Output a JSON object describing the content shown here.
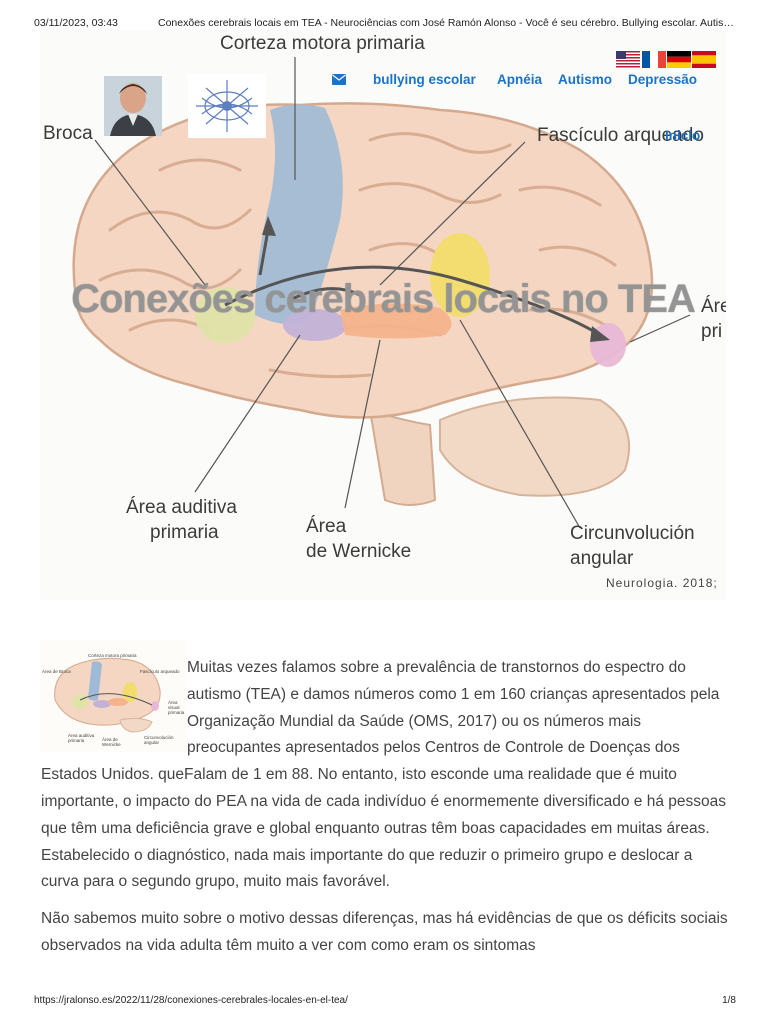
{
  "print_header": {
    "date": "03/11/2023, 03:43",
    "title": "Conexões cerebrais locais em TEA - Neurociências com José Ramón Alonso - Você é seu cérebro. Bullying escolar. Autis…"
  },
  "print_footer": {
    "url": "https://jralonso.es/2022/11/28/conexiones-cerebrales-locales-en-el-tea/",
    "page": "1/8"
  },
  "hero": {
    "title": "Conexões cerebrais locais no TEA",
    "labels": {
      "corteza": "Corteza motora primaria",
      "broca": "Broca",
      "fasciculo": "Fascículo arqueado",
      "area_visual_1": "Áre",
      "area_visual_2": "pri",
      "area_auditiva_1": "Área auditiva",
      "area_auditiva_2": "primaria",
      "wernicke_1": "Área",
      "wernicke_2": "de Wernicke",
      "circun_1": "Circunvolución",
      "circun_2": "angular",
      "source": "Neurologia. 2018;"
    },
    "colors": {
      "motor": "#9fbad6",
      "broca": "#dfe3a8",
      "wernicke": "#f3b38c",
      "angular": "#f2dd6c",
      "visual": "#e8b8d6",
      "auditory": "#c3b2d8"
    }
  },
  "nav": {
    "mail_icon": "envelope-icon",
    "items": [
      "bullying escolar",
      "Apnéia",
      "Autismo",
      "Depressão"
    ],
    "home_link": "Inicio"
  },
  "flags": [
    "en-flag",
    "fr-flag",
    "de-flag",
    "es-flag"
  ],
  "thumbnail": {
    "corteza": "Corteza motora primaria",
    "broca": "Área de Broca",
    "fasciculo": "Fascículo arqueado",
    "visual": "Área visual primaria",
    "auditiva": "Área auditiva primaria",
    "wernicke": "Área de Wernicke",
    "angular": "Circunvolución angular"
  },
  "body": {
    "p1": "Muitas vezes falamos sobre a prevalência de transtornos do espectro do autismo (TEA) e damos números como 1 em 160 crianças apresentados pela Organização Mundial da Saúde (OMS, 2017) ou os números mais preocupantes apresentados pelos Centros de Controle de Doenças dos Estados Unidos. queFalam de 1 em 88. No entanto, isto esconde uma realidade que é muito importante, o impacto do PEA na vida de cada indivíduo é enormemente diversificado e há pessoas que têm uma deficiência grave e global enquanto outras têm boas capacidades em muitas áreas. Estabelecido o diagnóstico, nada mais importante do que reduzir o primeiro grupo e deslocar a curva para o segundo grupo, muito mais favorável.",
    "p2": "Não sabemos muito sobre o motivo dessas diferenças, mas há evidências de que os déficits sociais observados na vida adulta têm muito a ver com como eram os sintomas"
  }
}
